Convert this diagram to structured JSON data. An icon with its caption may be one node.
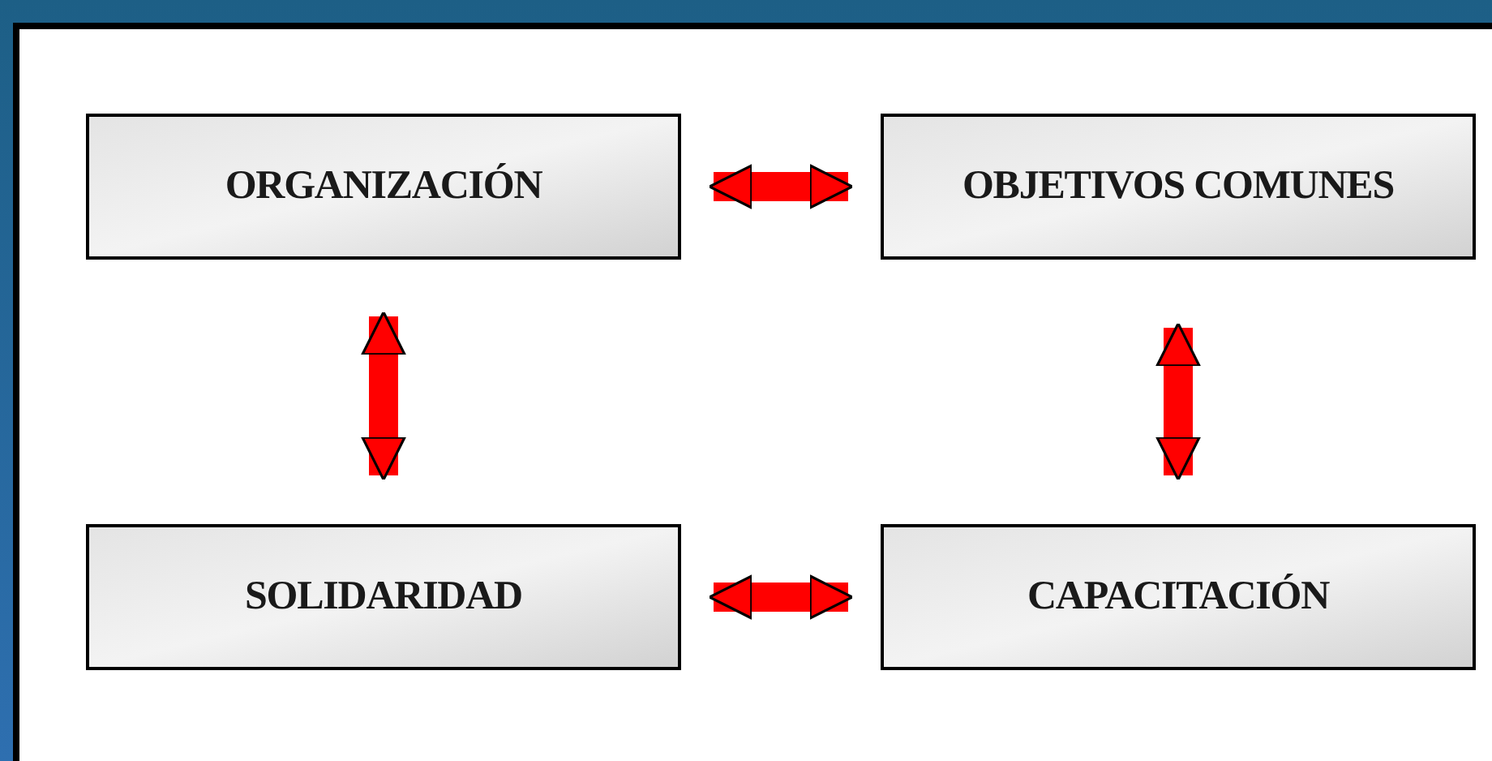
{
  "diagram": {
    "nodes": [
      {
        "text": [
          "ORGANIZACIÓN"
        ]
      },
      {
        "text": [
          "OBJETIVOS COMUNES"
        ]
      },
      {
        "text": [
          "SOLIDARIDAD"
        ]
      },
      {
        "text": [
          "CAPACITACIÓN"
        ]
      }
    ],
    "edges": [
      {
        "from": 0,
        "to": 1,
        "arrow": "both"
      },
      {
        "from": 0,
        "to": 2,
        "arrow": "both"
      },
      {
        "from": 1,
        "to": 3,
        "arrow": "both"
      },
      {
        "from": 2,
        "to": 3,
        "arrow": "both"
      }
    ]
  }
}
